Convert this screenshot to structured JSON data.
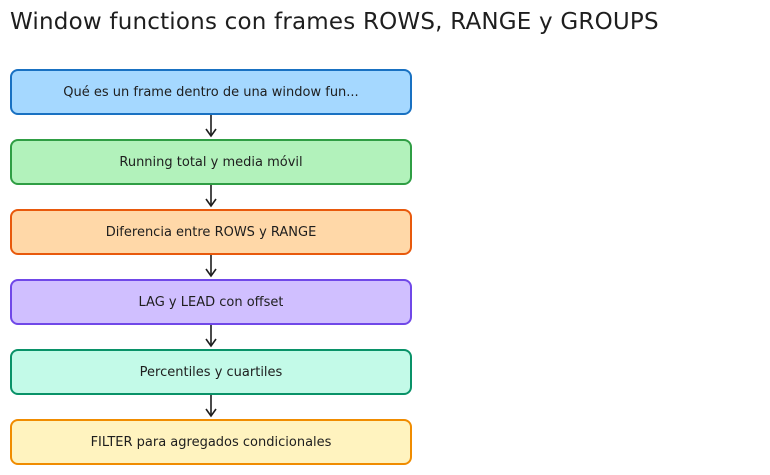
{
  "title": "Window functions con frames ROWS, RANGE y GROUPS",
  "steps": [
    {
      "label": "Qué es un frame dentro de una window fun...",
      "fill": "#a5d8ff",
      "stroke": "#1971c2"
    },
    {
      "label": "Running total y media móvil",
      "fill": "#b2f2bb",
      "stroke": "#2f9e44"
    },
    {
      "label": "Diferencia entre ROWS y RANGE",
      "fill": "#ffd8a8",
      "stroke": "#e8590c"
    },
    {
      "label": "LAG y LEAD con offset",
      "fill": "#d0bfff",
      "stroke": "#7048e8"
    },
    {
      "label": "Percentiles y cuartiles",
      "fill": "#c3fae8",
      "stroke": "#099268"
    },
    {
      "label": "FILTER para agregados condicionales",
      "fill": "#fff3bf",
      "stroke": "#f08c00"
    }
  ],
  "arrow_color": "#1e1e1e"
}
